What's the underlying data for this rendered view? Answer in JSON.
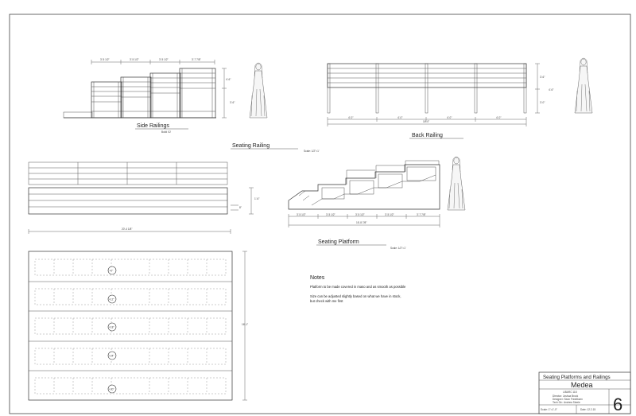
{
  "views": {
    "side_railings": {
      "title": "Side Railings",
      "note": "Build X2",
      "top_dims": [
        "3'-5 1/2\"",
        "3'-5 1/2\"",
        "3'-5 1/2\"",
        "3'-7 7/8\""
      ],
      "side_dims": [
        "4'-6\"",
        "3'-6\""
      ]
    },
    "back_railing": {
      "title": "Back Railing",
      "top_dim": "16'-0\"",
      "bottom_dims": [
        "4'-0\"",
        "4'-0\"",
        "4'-0\"",
        "4'-0\""
      ],
      "side_dims": [
        "3'-6\"",
        "3'-0\"",
        "4'-6\""
      ]
    },
    "seating_railing": {
      "title": "Seating Railing",
      "scale": "Scale: 1/2\"=1'",
      "side_dims": [
        "1'-6\"",
        "8\""
      ]
    },
    "seating_platform": {
      "title": "Seating Platform",
      "scale": "Scale: 1/2\"=1'",
      "bottom_dims": [
        "3'-5 1/2\"",
        "3'-5 1/2\"",
        "3'-5 1/2\"",
        "3'-5 1/2\"",
        "3'-7 7/8\""
      ],
      "overall_dim": "16'-8 7/8\""
    },
    "plan": {
      "width_dim": "20'-4 1/8\"",
      "height_dim": "16'-1\"",
      "markers": [
        "+0\"",
        "+12\"",
        "+18\"",
        "+24\"",
        "+30\""
      ]
    }
  },
  "notes": {
    "heading": "Notes",
    "lines": [
      "Platform to be made covered in maso and as smooth as possible",
      "Size can be adjusted slightly based on what we have in stock,",
      "but check with me first"
    ]
  },
  "title_block": {
    "sheet_title": "Seating Platforms and Railings",
    "show": "Medea",
    "course": "LIBARC 118",
    "director": "Director:  Joshua Brock",
    "designer": "Designer: Sean Fredriksen",
    "tech_dir": "Tech Dir.: Andrew Steele",
    "scale": "Scale: 1\"=1'-0\"",
    "date": "Date: 12.2.15",
    "sheet_number": "6"
  }
}
